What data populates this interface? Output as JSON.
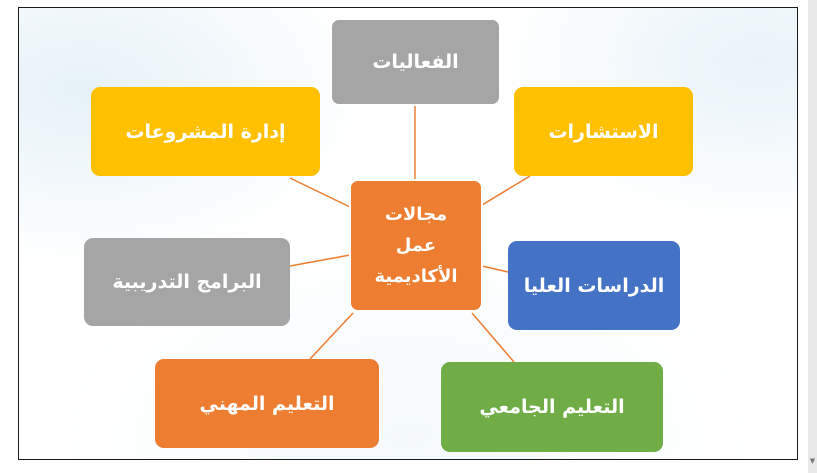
{
  "diagram": {
    "center": {
      "label_lines": [
        "مجالات",
        "عمل",
        "الأكاديمية"
      ],
      "color": "#ED7D31"
    },
    "nodes": [
      {
        "id": "events",
        "label": "الفعاليات",
        "color": "#A5A5A5"
      },
      {
        "id": "consultations",
        "label": "الاستشارات",
        "color": "#FFC000"
      },
      {
        "id": "postgraduate",
        "label": "الدراسات العليا",
        "color": "#4472C4"
      },
      {
        "id": "university-education",
        "label": "التعليم الجامعي",
        "color": "#70AD47"
      },
      {
        "id": "vocational-education",
        "label": "التعليم المهني",
        "color": "#ED7D31"
      },
      {
        "id": "training-programs",
        "label": "البرامج التدريبية",
        "color": "#A5A5A5"
      },
      {
        "id": "project-management",
        "label": "إدارة المشروعات",
        "color": "#FFC000"
      }
    ],
    "connector_color": "#ED7D31"
  }
}
